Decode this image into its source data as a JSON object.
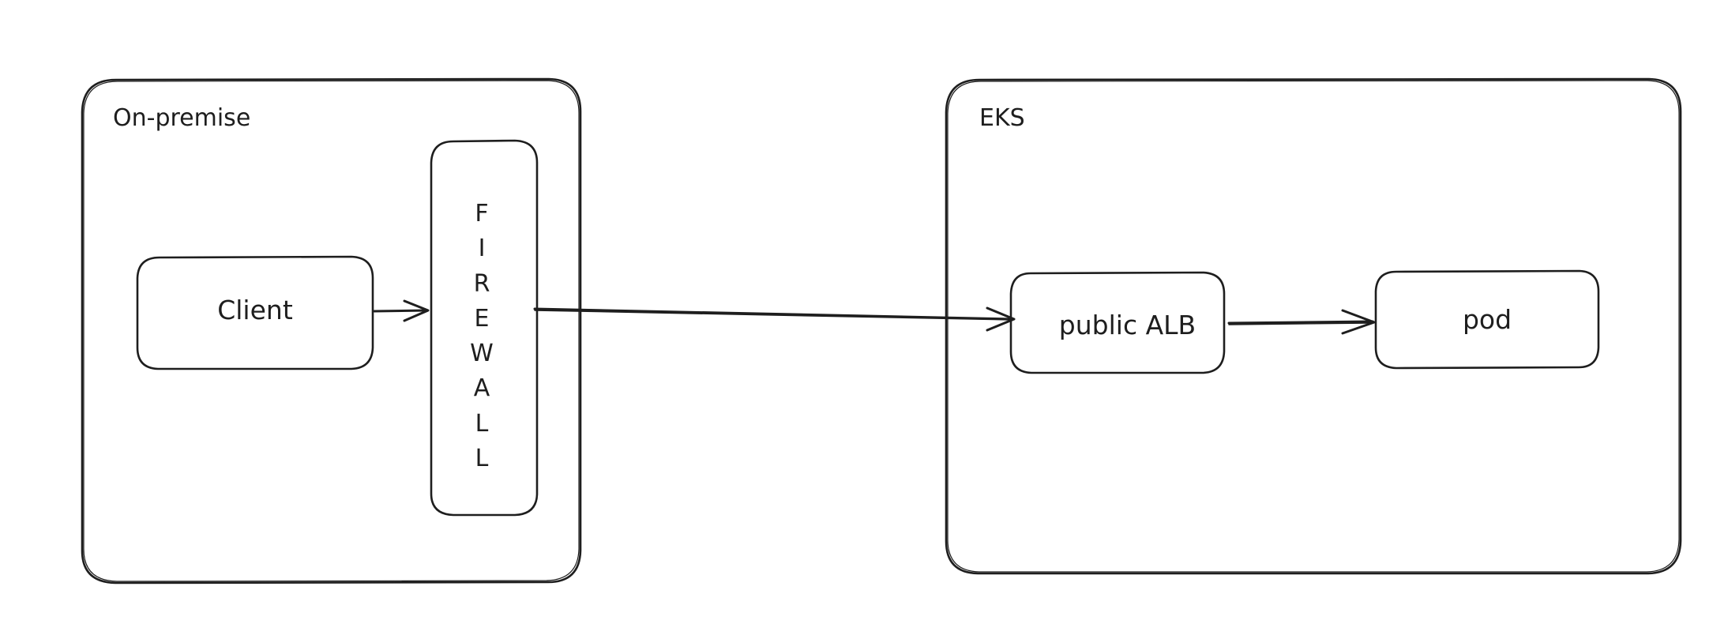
{
  "groups": {
    "on_premise": {
      "label": "On-premise"
    },
    "eks": {
      "label": "EKS"
    }
  },
  "nodes": {
    "client": {
      "label": "Client"
    },
    "firewall": {
      "letters": [
        "F",
        "I",
        "R",
        "E",
        "W",
        "A",
        "L",
        "L"
      ]
    },
    "public_alb": {
      "label": "public ALB"
    },
    "pod": {
      "label": "pod"
    }
  },
  "connections": [
    {
      "from": "Client",
      "to": "Firewall"
    },
    {
      "from": "Firewall",
      "to": "public ALB"
    },
    {
      "from": "public ALB",
      "to": "pod"
    }
  ],
  "colors": {
    "stroke": "#1e1e1e",
    "background": "#ffffff"
  }
}
